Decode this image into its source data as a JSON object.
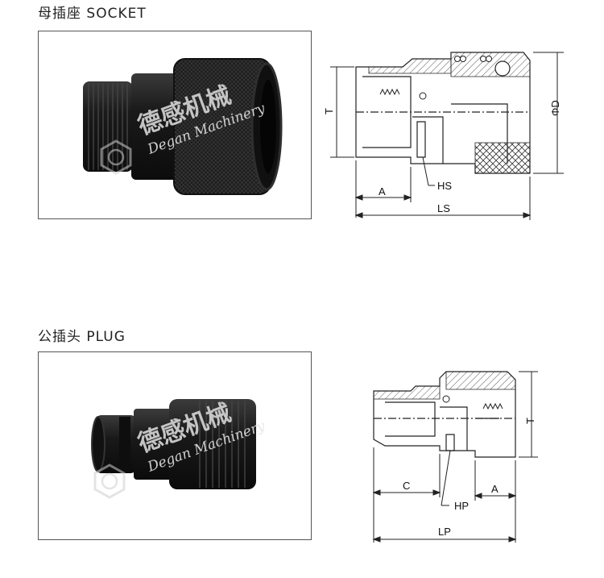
{
  "socket": {
    "title": "母插座 SOCKET",
    "watermark": {
      "brand_cn": "德感机械",
      "brand_en": "Degan Machinery"
    },
    "dimensions": {
      "t": "T",
      "a": "A",
      "hs": "HS",
      "ls": "LS",
      "d": "ΦD"
    }
  },
  "plug": {
    "title": "公插头 PLUG",
    "watermark": {
      "brand_cn": "德感机械",
      "brand_en": "Degan Machinery"
    },
    "dimensions": {
      "t": "T",
      "a": "A",
      "c": "C",
      "hp": "HP",
      "lp": "LP"
    }
  }
}
